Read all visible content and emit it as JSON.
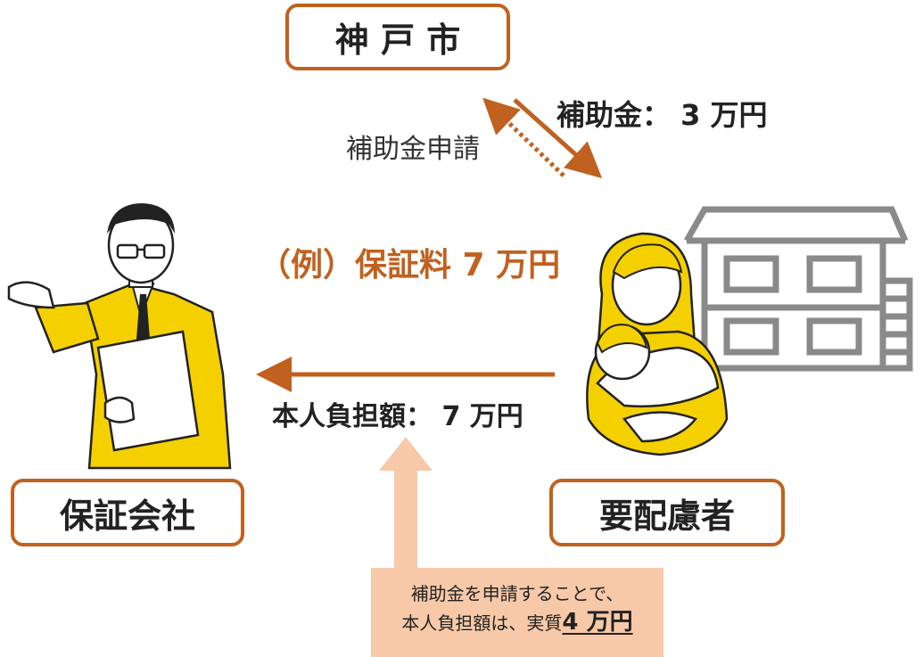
{
  "nodes": {
    "city": "神 戸 市",
    "guarantor": "保証会社",
    "person": "要配慮者"
  },
  "labels": {
    "subsidy_amount": "補助金： 3 万円",
    "subsidy_application": "補助金申請",
    "example_fee": "（例）保証料 7 万円",
    "own_burden": "本人負担額： 7 万円"
  },
  "callout": {
    "line1": "補助金を申請することで、",
    "line2_prefix": "本人負担額は、実質",
    "line2_highlight": "4 万円"
  },
  "colors": {
    "accent": "#c1611f",
    "callout_bg": "#f7c9a8",
    "figure_yellow": "#f5d000",
    "building_gray": "#8a8a8a"
  }
}
